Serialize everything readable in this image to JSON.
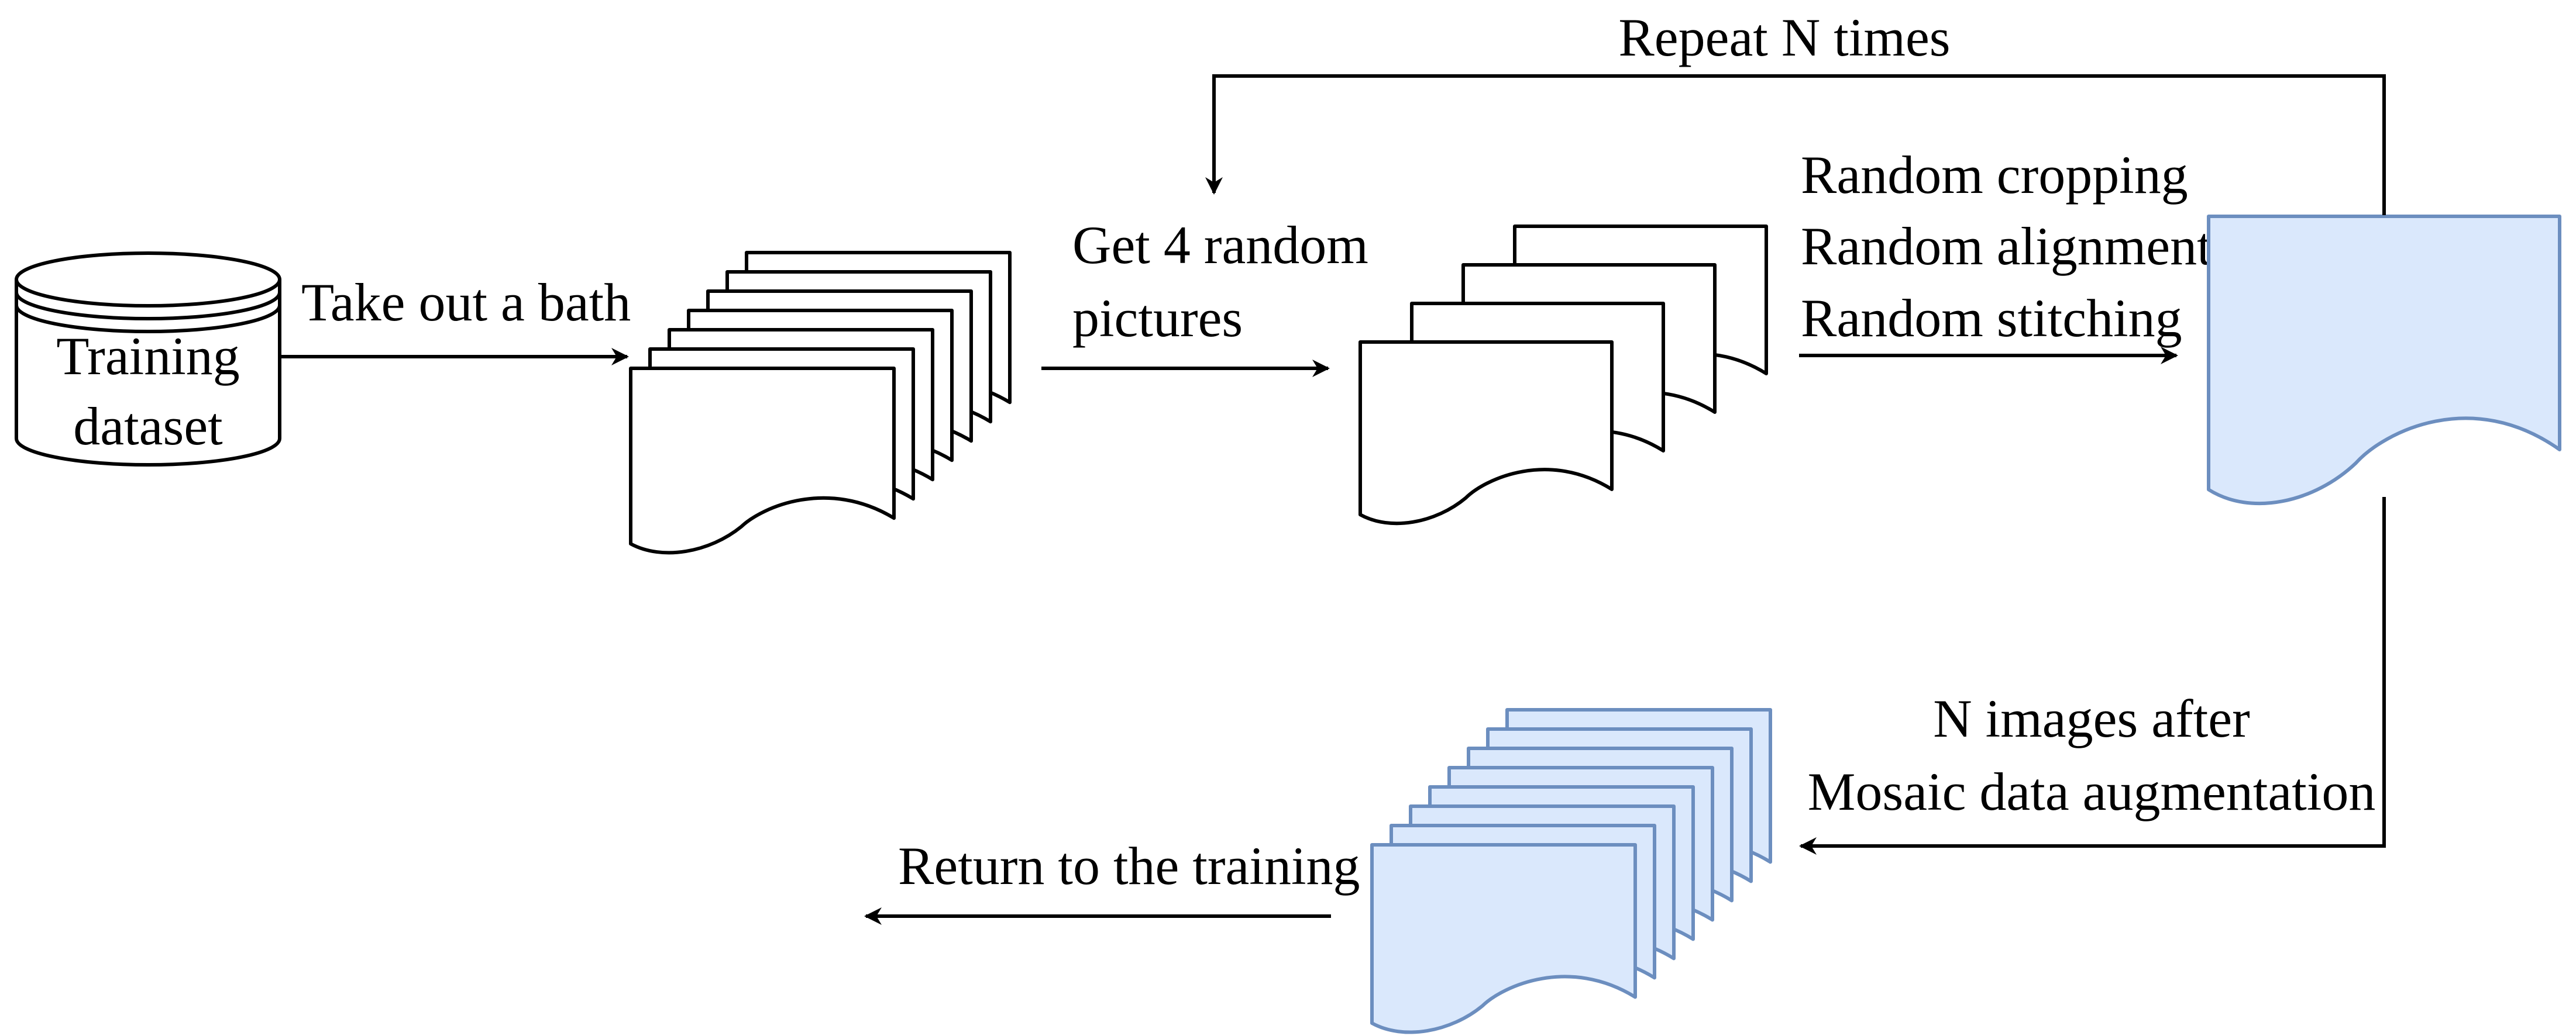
{
  "colors": {
    "line": "#000000",
    "doc_fill": "#ffffff",
    "augmented_fill": "#dae8fc",
    "augmented_stroke": "#6c8ebf"
  },
  "nodes": {
    "dataset": {
      "line1": "Training",
      "line2": "dataset"
    },
    "batch_stack": {
      "count": 7
    },
    "random_pictures": {
      "count": 4
    },
    "mosaic_image": {
      "count": 1
    },
    "augmented_stack": {
      "count": 8
    }
  },
  "edges": {
    "take_out": {
      "label": "Take out a bath"
    },
    "get_random": {
      "line1": "Get 4 random",
      "line2": "pictures"
    },
    "random_ops": {
      "line1": "Random cropping",
      "line2": "Random alignment",
      "line3": "Random stitching"
    },
    "repeat": {
      "label": "Repeat N times"
    },
    "n_images": {
      "line1": "N images after",
      "line2": "Mosaic data augmentation"
    },
    "return": {
      "label": "Return to the training"
    }
  }
}
